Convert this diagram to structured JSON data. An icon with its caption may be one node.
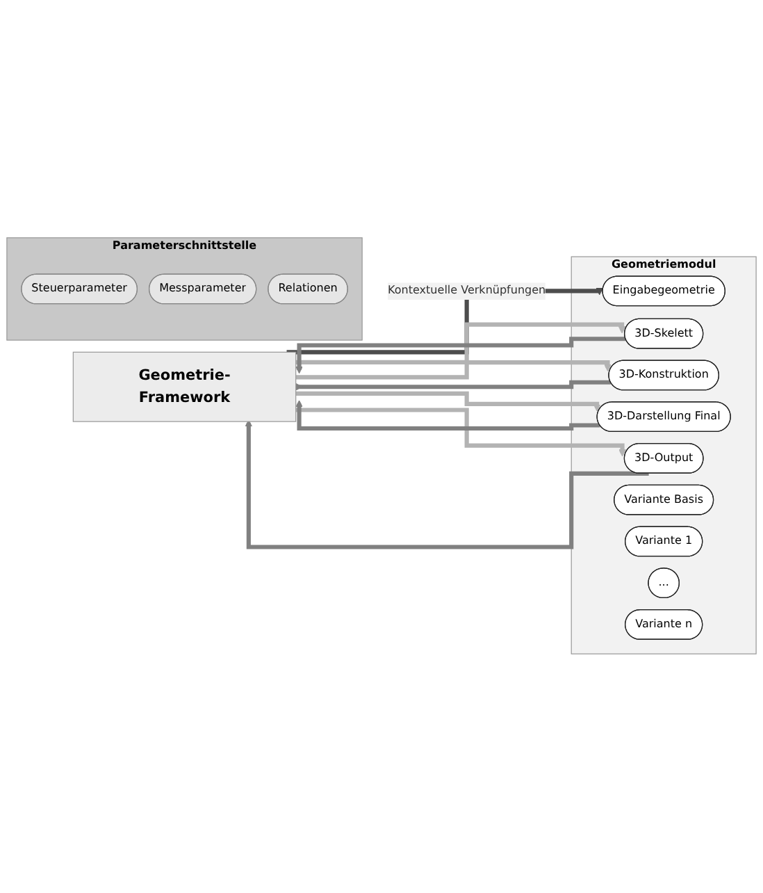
{
  "diagram": {
    "nodes": [
      {
        "text": [
          "Geometrie-Framework"
        ]
      },
      {
        "text": [
          "Parameterschnittstelle"
        ]
      },
      {
        "text": [
          "Steuerparameter"
        ],
        "in": 1
      },
      {
        "text": [
          "Messparameter"
        ],
        "in": 1
      },
      {
        "text": [
          "Relationen"
        ],
        "in": 1
      },
      {
        "text": [
          "Geometriemodul"
        ]
      },
      {
        "text": [
          "Eingabegeometrie"
        ],
        "in": 5
      },
      {
        "text": [
          "3D-Skelett"
        ],
        "in": 5
      },
      {
        "text": [
          "3D-Konstruktion"
        ],
        "in": 5
      },
      {
        "text": [
          "3D-Darstellung Final"
        ],
        "in": 5
      },
      {
        "text": [
          "Variante Basis"
        ],
        "in": 5
      },
      {
        "text": [
          "Variante 1"
        ],
        "in": 5
      },
      {
        "text": [
          "..."
        ],
        "in": 5
      },
      {
        "text": [
          "Variante n"
        ],
        "in": 5
      },
      {
        "text": [
          "3D-Output"
        ],
        "in": 5
      }
    ],
    "edges": [
      {
        "from": 0,
        "to": 6,
        "arrow": "to",
        "label": "Kontextuelle Verknüpfungen",
        "color": "#4d4d4d"
      },
      {
        "from": 0,
        "to": 7,
        "arrow": "to",
        "color": "#b3b3b3"
      },
      {
        "from": 0,
        "to": 8,
        "arrow": "to",
        "color": "#b3b3b3"
      },
      {
        "from": 0,
        "to": 9,
        "arrow": "to",
        "color": "#b3b3b3"
      },
      {
        "from": 0,
        "to": 14,
        "arrow": "to",
        "color": "#b3b3b3"
      },
      {
        "from": 7,
        "to": 0,
        "arrow": "to",
        "color": "#808080"
      },
      {
        "from": 8,
        "to": 0,
        "arrow": "to",
        "color": "#808080"
      },
      {
        "from": 9,
        "to": 0,
        "arrow": "to",
        "color": "#808080"
      },
      {
        "from": 14,
        "to": 0,
        "arrow": "to",
        "color": "#808080"
      }
    ]
  }
}
